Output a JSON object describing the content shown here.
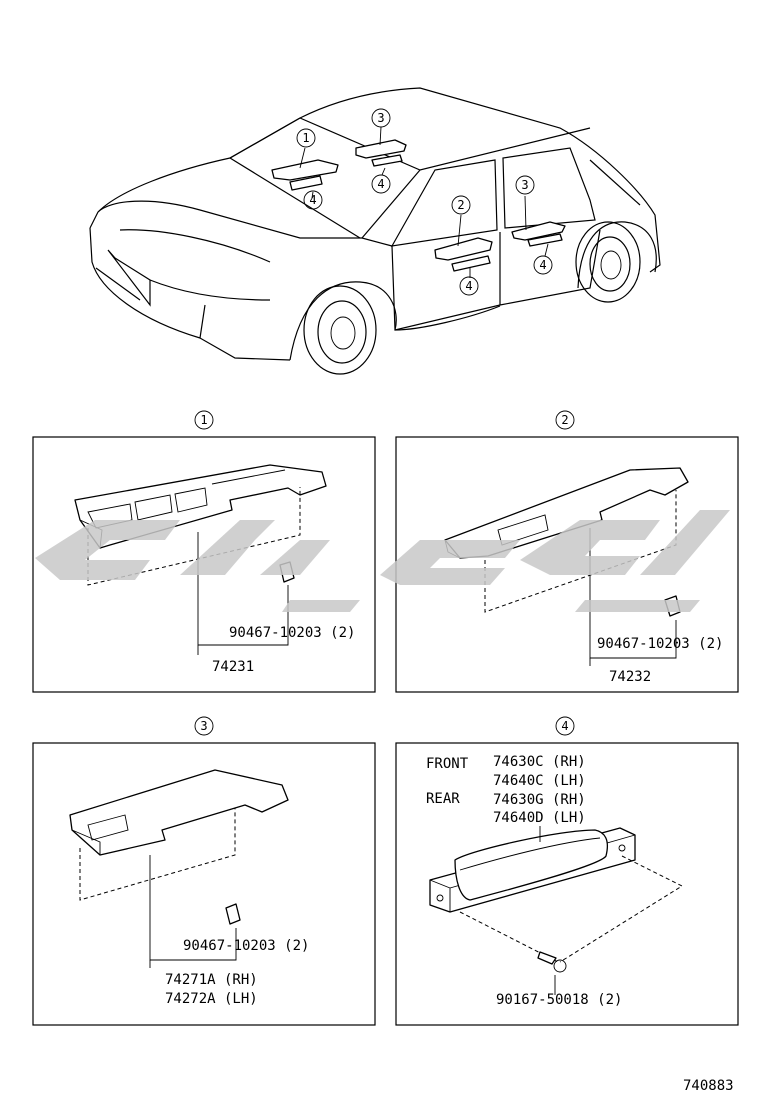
{
  "callouts": {
    "c1": "1",
    "c2": "2",
    "c3": "3",
    "c4": "4"
  },
  "car_callouts": {
    "a": "1",
    "b": "4",
    "c": "3",
    "d": "4",
    "e": "2",
    "f": "4",
    "g": "3",
    "h": "4"
  },
  "panel1": {
    "clip_label": "90467-10203 (2)",
    "part_number": "74231"
  },
  "panel2": {
    "clip_label": "90467-10203 (2)",
    "part_number": "74232"
  },
  "panel3": {
    "clip_label": "90467-10203 (2)",
    "part_number_rh": "74271A (RH)",
    "part_number_lh": "74272A (LH)"
  },
  "panel4": {
    "front_label": "FRONT",
    "rear_label": "REAR",
    "front_rh": "74630C (RH)",
    "front_lh": "74640C (LH)",
    "rear_rh": "74630G (RH)",
    "rear_lh": "74640D (LH)",
    "bolt_label": "90167-50018 (2)"
  },
  "figure_number": "740883",
  "colors": {
    "line": "#000000",
    "watermark": "#c8c8c8"
  }
}
